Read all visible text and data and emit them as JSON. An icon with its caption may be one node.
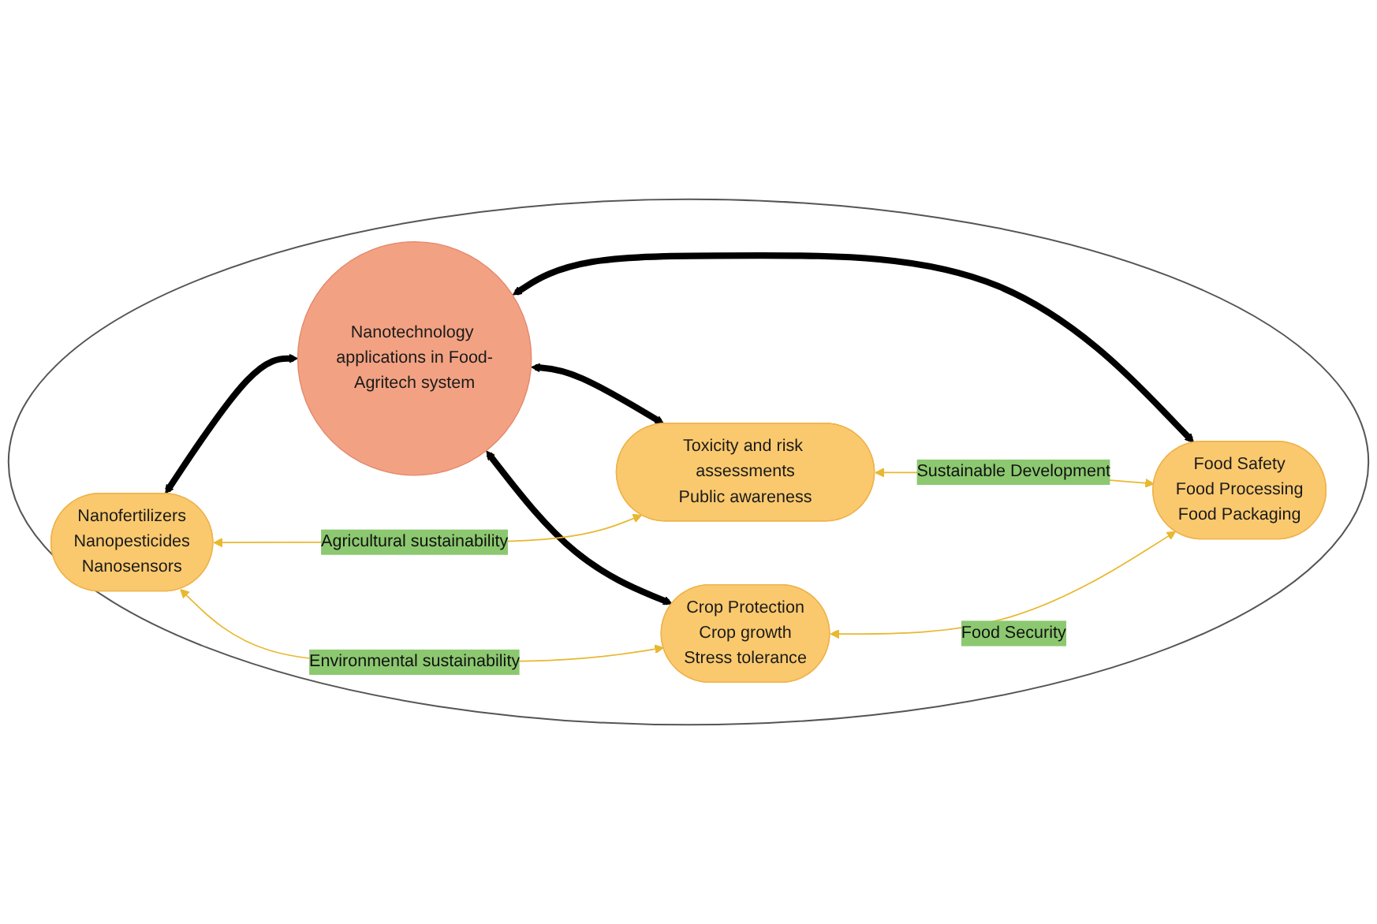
{
  "diagram": {
    "nodes": [
      {
        "text": [],
        "shape": "ellipse"
      },
      {
        "text": [
          "Nanofertilizers",
          "Nanopesticides",
          "Nanosensors"
        ],
        "in": 0
      },
      {
        "text": [
          "Toxicity and risk assessments",
          "Public awareness"
        ],
        "in": 0
      },
      {
        "text": [
          "Nanotechnology applications in Food-Agritech system"
        ],
        "in": 0
      },
      {
        "text": [
          "Crop Protection",
          "Crop growth",
          "Stress tolerance"
        ],
        "in": 0
      },
      {
        "text": [
          "Food Safety",
          "Food Processing",
          "Food Packaging"
        ],
        "in": 0
      }
    ],
    "edges": [
      {
        "from": 1,
        "to": 3,
        "arrow": "both",
        "style": "thick",
        "color": "#000000"
      },
      {
        "from": 3,
        "to": 2,
        "arrow": "both",
        "style": "thick",
        "color": "#000000"
      },
      {
        "from": 3,
        "to": 4,
        "arrow": "both",
        "style": "thick",
        "color": "#000000"
      },
      {
        "from": 3,
        "to": 5,
        "arrow": "both",
        "style": "thick",
        "color": "#000000"
      },
      {
        "from": 1,
        "to": 2,
        "arrow": "both",
        "label": "Agricultural sustainability",
        "color": "#e8b830"
      },
      {
        "from": 1,
        "to": 4,
        "arrow": "both",
        "label": "Environmental sustainability",
        "color": "#e8b830"
      },
      {
        "from": 2,
        "to": 5,
        "arrow": "both",
        "label": "Sustainable Development",
        "color": "#e8b830"
      },
      {
        "from": 4,
        "to": 5,
        "arrow": "both",
        "label": "Food Security",
        "color": "#e8b830"
      }
    ]
  }
}
